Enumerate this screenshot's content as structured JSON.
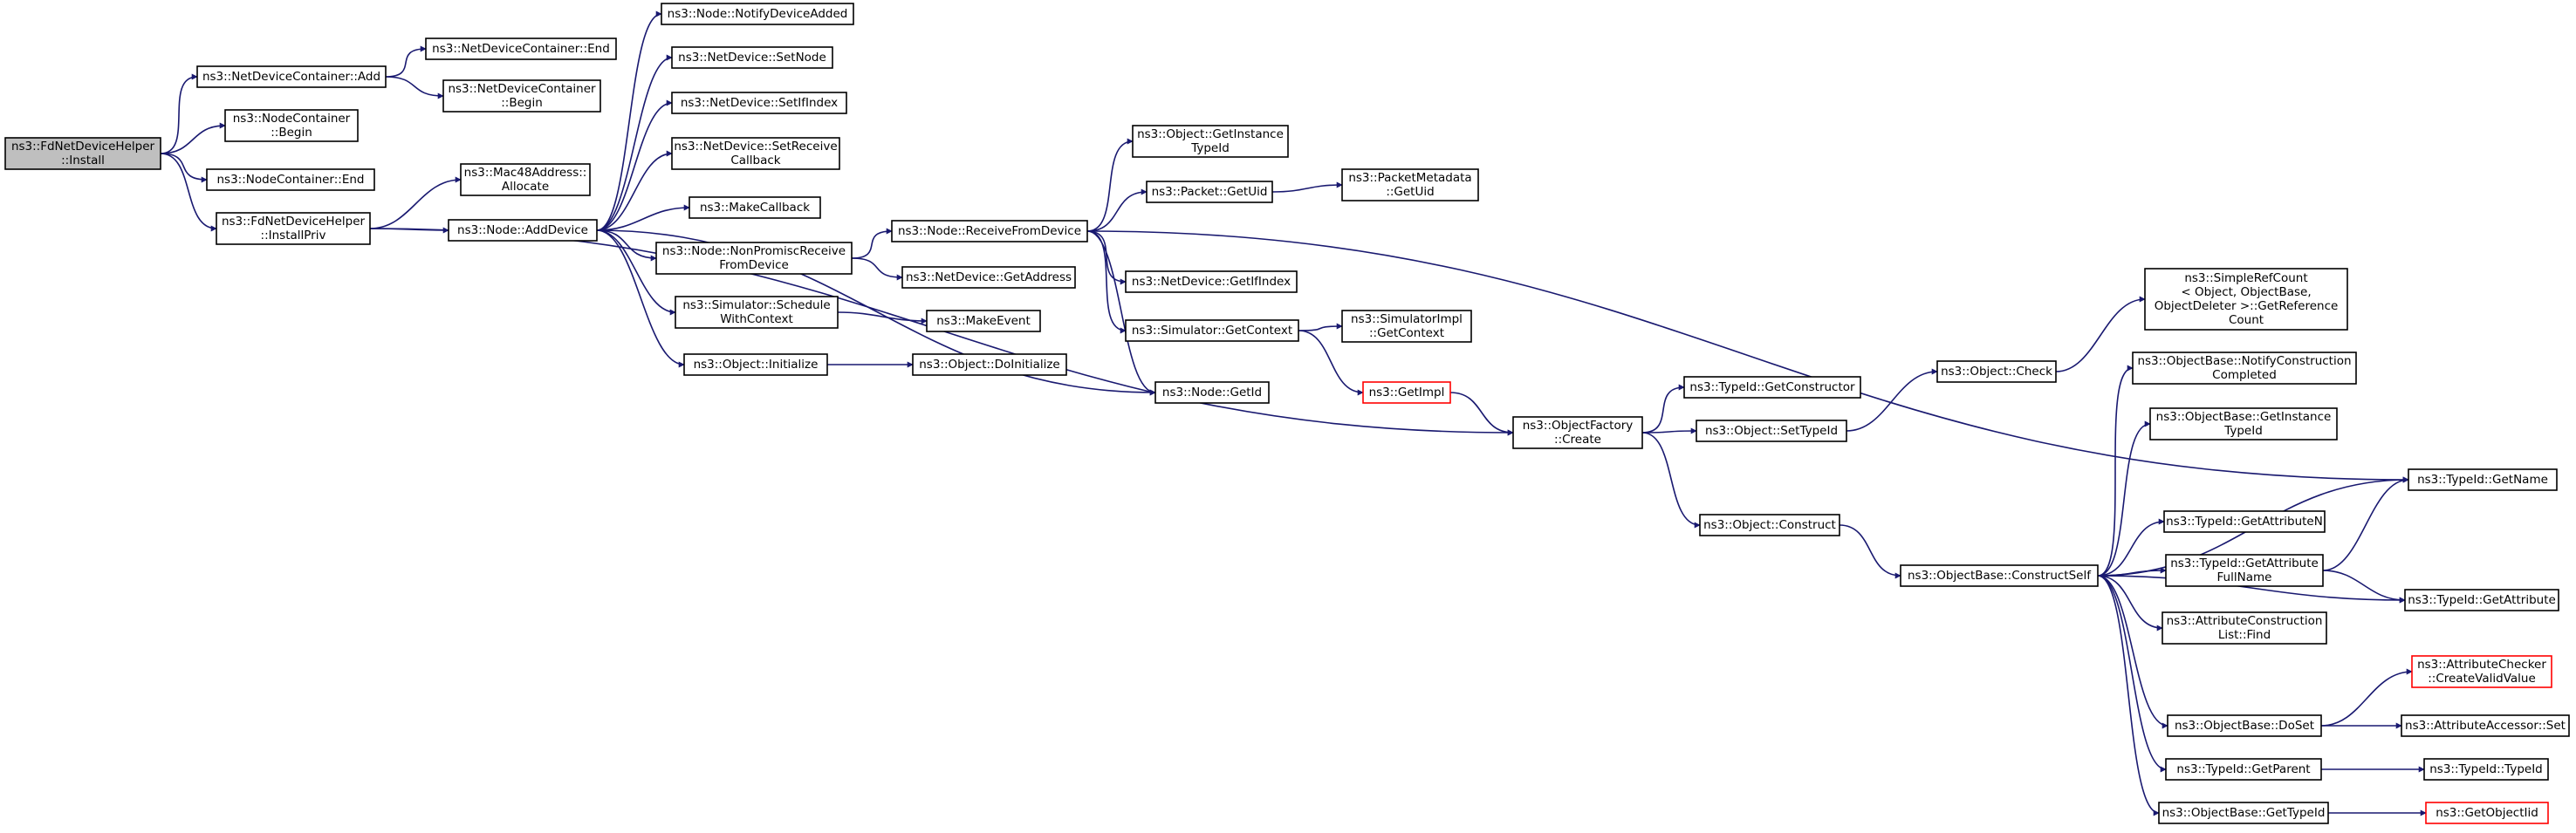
{
  "nodes": [
    {
      "id": "n0",
      "lines": [
        "ns3::FdNetDeviceHelper",
        "::Install"
      ],
      "style": "root"
    },
    {
      "id": "n1",
      "lines": [
        "ns3::NetDeviceContainer::Add"
      ]
    },
    {
      "id": "n2",
      "lines": [
        "ns3::NodeContainer",
        "::Begin"
      ]
    },
    {
      "id": "n3",
      "lines": [
        "ns3::NodeContainer::End"
      ]
    },
    {
      "id": "n4",
      "lines": [
        "ns3::FdNetDeviceHelper",
        "::InstallPriv"
      ]
    },
    {
      "id": "n5",
      "lines": [
        "ns3::NetDeviceContainer::End"
      ]
    },
    {
      "id": "n6",
      "lines": [
        "ns3::NetDeviceContainer",
        "::Begin"
      ]
    },
    {
      "id": "n7",
      "lines": [
        "ns3::Mac48Address::",
        "Allocate"
      ]
    },
    {
      "id": "n8",
      "lines": [
        "ns3::Node::AddDevice"
      ]
    },
    {
      "id": "n9",
      "lines": [
        "ns3::Node::NotifyDeviceAdded"
      ]
    },
    {
      "id": "n10",
      "lines": [
        "ns3::NetDevice::SetNode"
      ]
    },
    {
      "id": "n11",
      "lines": [
        "ns3::NetDevice::SetIfIndex"
      ]
    },
    {
      "id": "n12",
      "lines": [
        "ns3::NetDevice::SetReceive",
        "Callback"
      ]
    },
    {
      "id": "n13",
      "lines": [
        "ns3::MakeCallback"
      ]
    },
    {
      "id": "n14",
      "lines": [
        "ns3::Node::NonPromiscReceive",
        "FromDevice"
      ]
    },
    {
      "id": "n15",
      "lines": [
        "ns3::Simulator::Schedule",
        "WithContext"
      ]
    },
    {
      "id": "n16",
      "lines": [
        "ns3::Object::Initialize"
      ]
    },
    {
      "id": "n17",
      "lines": [
        "ns3::Node::ReceiveFromDevice"
      ]
    },
    {
      "id": "n18",
      "lines": [
        "ns3::NetDevice::GetAddress"
      ]
    },
    {
      "id": "n19",
      "lines": [
        "ns3::MakeEvent"
      ]
    },
    {
      "id": "n20",
      "lines": [
        "ns3::Object::DoInitialize"
      ]
    },
    {
      "id": "n21",
      "lines": [
        "ns3::Object::GetInstance",
        "TypeId"
      ]
    },
    {
      "id": "n22",
      "lines": [
        "ns3::Packet::GetUid"
      ]
    },
    {
      "id": "n23",
      "lines": [
        "ns3::NetDevice::GetIfIndex"
      ]
    },
    {
      "id": "n24",
      "lines": [
        "ns3::Simulator::GetContext"
      ]
    },
    {
      "id": "n25",
      "lines": [
        "ns3::Node::GetId"
      ]
    },
    {
      "id": "n26",
      "lines": [
        "ns3::PacketMetadata",
        "::GetUid"
      ]
    },
    {
      "id": "n27",
      "lines": [
        "ns3::SimulatorImpl",
        "::GetContext"
      ]
    },
    {
      "id": "n28",
      "lines": [
        "ns3::GetImpl"
      ],
      "style": "trunc"
    },
    {
      "id": "n29",
      "lines": [
        "ns3::ObjectFactory",
        "::Create"
      ]
    },
    {
      "id": "n30",
      "lines": [
        "ns3::TypeId::GetConstructor"
      ]
    },
    {
      "id": "n31",
      "lines": [
        "ns3::Object::SetTypeId"
      ]
    },
    {
      "id": "n32",
      "lines": [
        "ns3::Object::Construct"
      ]
    },
    {
      "id": "n33",
      "lines": [
        "ns3::Object::Check"
      ]
    },
    {
      "id": "n34",
      "lines": [
        "ns3::ObjectBase::ConstructSelf"
      ]
    },
    {
      "id": "n35",
      "lines": [
        "ns3::SimpleRefCount",
        "< Object, ObjectBase,",
        "ObjectDeleter >::GetReference",
        "Count"
      ]
    },
    {
      "id": "n36",
      "lines": [
        "ns3::ObjectBase::NotifyConstruction",
        "Completed"
      ]
    },
    {
      "id": "n37",
      "lines": [
        "ns3::ObjectBase::GetInstance",
        "TypeId"
      ]
    },
    {
      "id": "n38",
      "lines": [
        "ns3::TypeId::GetAttributeN"
      ]
    },
    {
      "id": "n39",
      "lines": [
        "ns3::TypeId::GetAttribute",
        "FullName"
      ]
    },
    {
      "id": "n40",
      "lines": [
        "ns3::AttributeConstruction",
        "List::Find"
      ]
    },
    {
      "id": "n41",
      "lines": [
        "ns3::ObjectBase::DoSet"
      ]
    },
    {
      "id": "n42",
      "lines": [
        "ns3::TypeId::GetParent"
      ]
    },
    {
      "id": "n43",
      "lines": [
        "ns3::ObjectBase::GetTypeId"
      ]
    },
    {
      "id": "n44",
      "lines": [
        "ns3::TypeId::GetName"
      ]
    },
    {
      "id": "n45",
      "lines": [
        "ns3::TypeId::GetAttribute"
      ]
    },
    {
      "id": "n46",
      "lines": [
        "ns3::AttributeChecker",
        "::CreateValidValue"
      ],
      "style": "trunc"
    },
    {
      "id": "n47",
      "lines": [
        "ns3::AttributeAccessor::Set"
      ]
    },
    {
      "id": "n48",
      "lines": [
        "ns3::TypeId::TypeId"
      ]
    },
    {
      "id": "n49",
      "lines": [
        "ns3::GetObjectIid"
      ],
      "style": "trunc"
    }
  ],
  "edges": [
    [
      "n0",
      "n1"
    ],
    [
      "n0",
      "n2"
    ],
    [
      "n0",
      "n3"
    ],
    [
      "n0",
      "n4"
    ],
    [
      "n1",
      "n5"
    ],
    [
      "n1",
      "n6"
    ],
    [
      "n4",
      "n7"
    ],
    [
      "n4",
      "n8"
    ],
    [
      "n4",
      "n29"
    ],
    [
      "n8",
      "n9"
    ],
    [
      "n8",
      "n10"
    ],
    [
      "n8",
      "n11"
    ],
    [
      "n8",
      "n12"
    ],
    [
      "n8",
      "n13"
    ],
    [
      "n8",
      "n14"
    ],
    [
      "n8",
      "n15"
    ],
    [
      "n8",
      "n16"
    ],
    [
      "n8",
      "n25"
    ],
    [
      "n14",
      "n17"
    ],
    [
      "n14",
      "n18"
    ],
    [
      "n15",
      "n19"
    ],
    [
      "n16",
      "n20"
    ],
    [
      "n17",
      "n21"
    ],
    [
      "n17",
      "n22"
    ],
    [
      "n17",
      "n23"
    ],
    [
      "n17",
      "n24"
    ],
    [
      "n17",
      "n25"
    ],
    [
      "n17",
      "n44"
    ],
    [
      "n22",
      "n26"
    ],
    [
      "n24",
      "n27"
    ],
    [
      "n24",
      "n28"
    ],
    [
      "n28",
      "n29"
    ],
    [
      "n29",
      "n30"
    ],
    [
      "n29",
      "n31"
    ],
    [
      "n29",
      "n32"
    ],
    [
      "n31",
      "n33"
    ],
    [
      "n32",
      "n34"
    ],
    [
      "n33",
      "n35"
    ],
    [
      "n34",
      "n36"
    ],
    [
      "n34",
      "n37"
    ],
    [
      "n34",
      "n44"
    ],
    [
      "n34",
      "n38"
    ],
    [
      "n34",
      "n39"
    ],
    [
      "n34",
      "n40"
    ],
    [
      "n34",
      "n45"
    ],
    [
      "n34",
      "n41"
    ],
    [
      "n34",
      "n42"
    ],
    [
      "n34",
      "n43"
    ],
    [
      "n39",
      "n44"
    ],
    [
      "n39",
      "n45"
    ],
    [
      "n41",
      "n46"
    ],
    [
      "n41",
      "n47"
    ],
    [
      "n42",
      "n48"
    ],
    [
      "n43",
      "n49"
    ]
  ]
}
